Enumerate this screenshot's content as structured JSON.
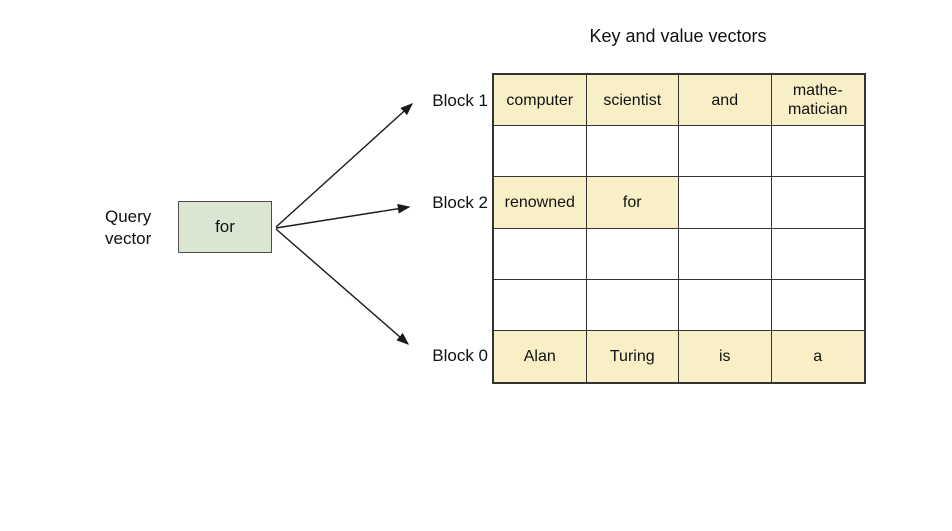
{
  "title": "Key and value vectors",
  "query": {
    "label": "Query\nvector",
    "box_text": "for"
  },
  "blocks": [
    {
      "label": "Block 1"
    },
    {
      "label": "Block 2"
    },
    {
      "label": "Block 0"
    }
  ],
  "table": {
    "columns": 4,
    "rows": [
      {
        "cells": [
          {
            "text": "computer",
            "highlight": true
          },
          {
            "text": "scientist",
            "highlight": true
          },
          {
            "text": "and",
            "highlight": true
          },
          {
            "text": "mathe-\nmatician",
            "highlight": true
          }
        ]
      },
      {
        "cells": [
          {
            "text": "",
            "highlight": false
          },
          {
            "text": "",
            "highlight": false
          },
          {
            "text": "",
            "highlight": false
          },
          {
            "text": "",
            "highlight": false
          }
        ]
      },
      {
        "cells": [
          {
            "text": "renowned",
            "highlight": true
          },
          {
            "text": "for",
            "highlight": true
          },
          {
            "text": "",
            "highlight": false
          },
          {
            "text": "",
            "highlight": false
          }
        ]
      },
      {
        "cells": [
          {
            "text": "",
            "highlight": false
          },
          {
            "text": "",
            "highlight": false
          },
          {
            "text": "",
            "highlight": false
          },
          {
            "text": "",
            "highlight": false
          }
        ]
      },
      {
        "cells": [
          {
            "text": "",
            "highlight": false
          },
          {
            "text": "",
            "highlight": false
          },
          {
            "text": "",
            "highlight": false
          },
          {
            "text": "",
            "highlight": false
          }
        ]
      },
      {
        "cells": [
          {
            "text": "Alan",
            "highlight": true
          },
          {
            "text": "Turing",
            "highlight": true
          },
          {
            "text": "is",
            "highlight": true
          },
          {
            "text": "a",
            "highlight": true
          }
        ]
      }
    ]
  },
  "colors": {
    "highlight": "#f9efc7",
    "query_box": "#dae6d2",
    "border": "#333333"
  }
}
